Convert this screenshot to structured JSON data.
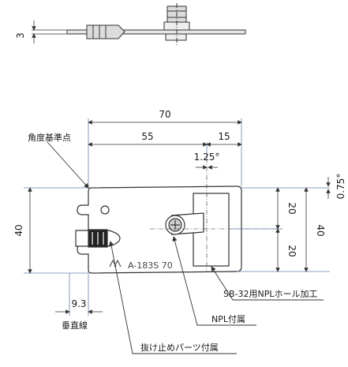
{
  "dimensions": {
    "side_thickness": "3",
    "overall_width": "70",
    "left_to_center": "55",
    "center_to_right": "15",
    "angle_top": "1.25°",
    "angle_right": "0.75°",
    "half_height_upper": "20",
    "half_height_lower": "20",
    "overall_height": "40",
    "left_offset": "9.3"
  },
  "labels": {
    "angle_reference": "角度基準点",
    "vertical_line": "垂直線",
    "npl_hole": "SB-32用NPLホール加工",
    "npl_attached": "NPL付属",
    "retainer_attached": "抜け止めパーツ付属"
  },
  "plate_marking": "A-183S 70",
  "colors": {
    "line": "#333333",
    "dimension_line": "#6a7fb3",
    "part_fill": "#d8d8d8"
  }
}
